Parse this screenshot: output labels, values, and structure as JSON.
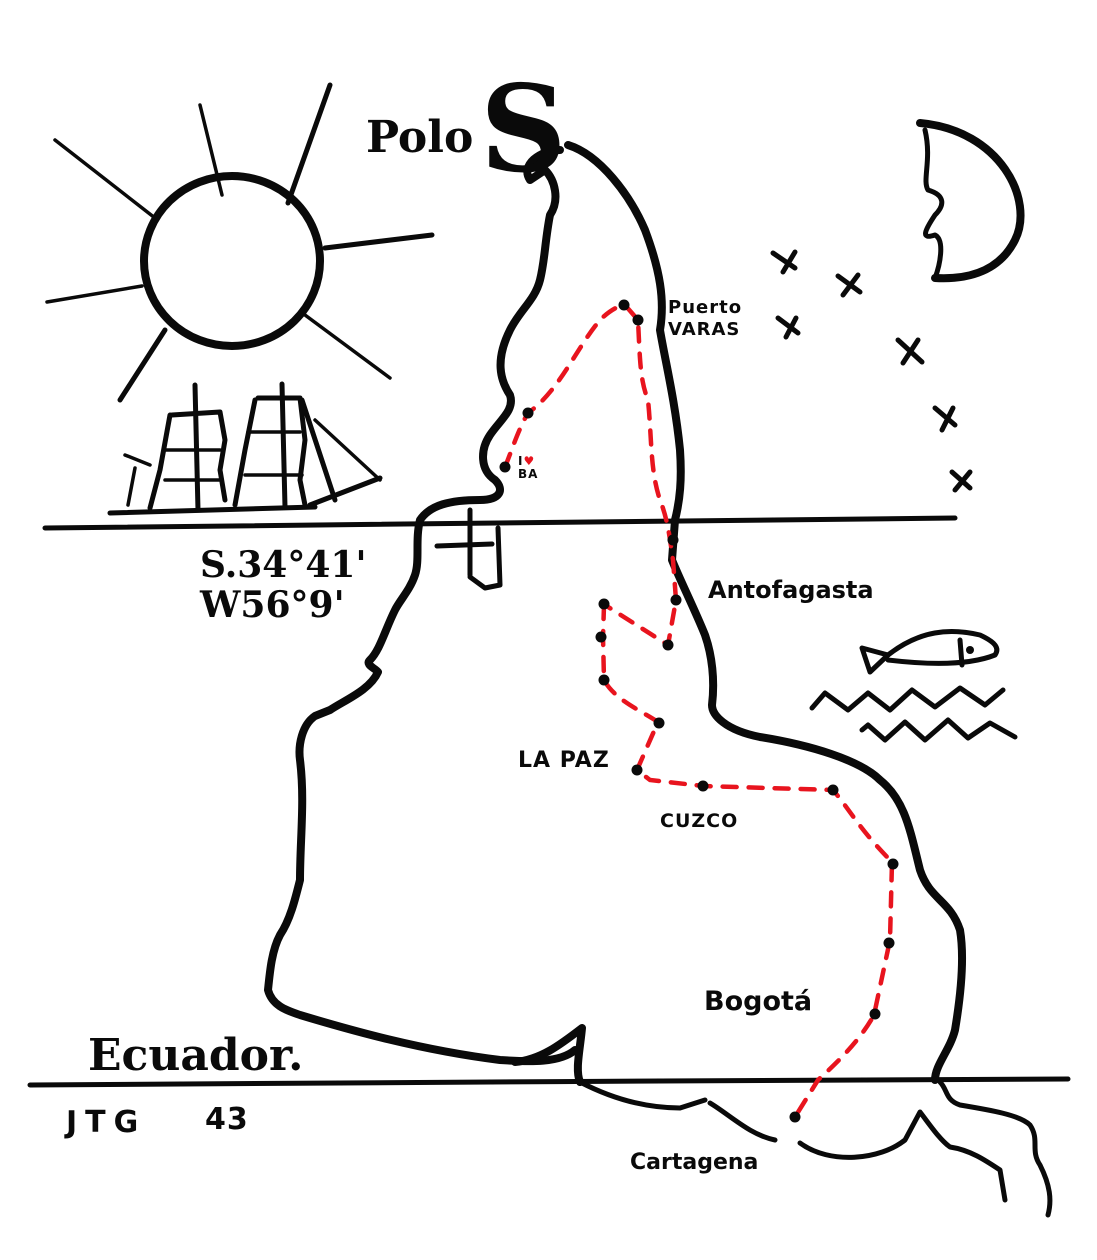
{
  "title_labels": {
    "polo": "Polo",
    "pole_letter": "S"
  },
  "coordinates": {
    "line1": "S.34°41'",
    "line2": "W56°9'"
  },
  "equator_label": "Ecuador.",
  "signature": {
    "initials": "JTG",
    "year": "43"
  },
  "cities": [
    {
      "name": "Puerto",
      "name2": "VARAS"
    },
    {
      "name": "I",
      "heart": "♥",
      "name2": "BA"
    },
    {
      "name": "Antofagasta"
    },
    {
      "name": "LA PAZ"
    },
    {
      "name": "CUZCO"
    },
    {
      "name": "Bogotá"
    },
    {
      "name": "Cartagena"
    }
  ],
  "colors": {
    "ink": "#0a0a0a",
    "route": "#e8141e",
    "paper": "#ffffff"
  },
  "decorations": [
    "sun",
    "sailing-ship",
    "crescent-moon-face",
    "stars",
    "fish",
    "waves",
    "cross"
  ]
}
